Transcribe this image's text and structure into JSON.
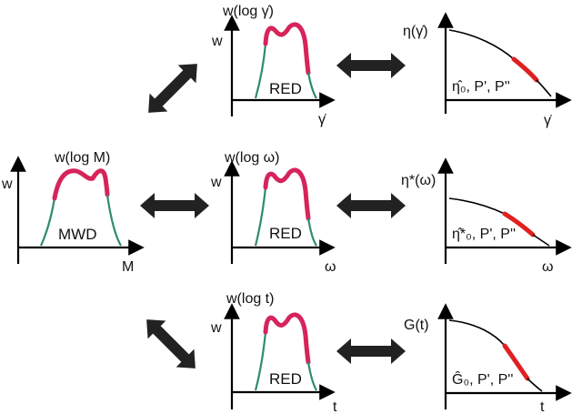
{
  "panels": {
    "w_gamma": {
      "title": "w(log γ̇)",
      "ylabel": "w",
      "xlabel": "γ̇",
      "text": "RED"
    },
    "w_omega": {
      "title": "w(log ω)",
      "ylabel": "w",
      "xlabel": "ω",
      "text": "RED"
    },
    "w_t": {
      "title": "w(log t)",
      "ylabel": "w",
      "xlabel": "t",
      "text": "RED"
    },
    "w_M": {
      "title": "w(log M)",
      "ylabel": "w",
      "xlabel": "M",
      "text": "MWD"
    },
    "eta_gamma": {
      "ylabel": "η(γ̇)",
      "xlabel": "γ̇",
      "params": "η̂₀, P', P''"
    },
    "eta_omega": {
      "ylabel": "η*(ω)",
      "xlabel": "ω",
      "params": "η̂*₀, P', P''"
    },
    "G_t": {
      "ylabel": "G(t)",
      "xlabel": "t",
      "params": "Ĝ₀, P', P''"
    }
  },
  "colors": {
    "distribution_core": "#d6245a",
    "distribution_tail": "#2e8b73",
    "flow_highlight": "#e02020"
  }
}
